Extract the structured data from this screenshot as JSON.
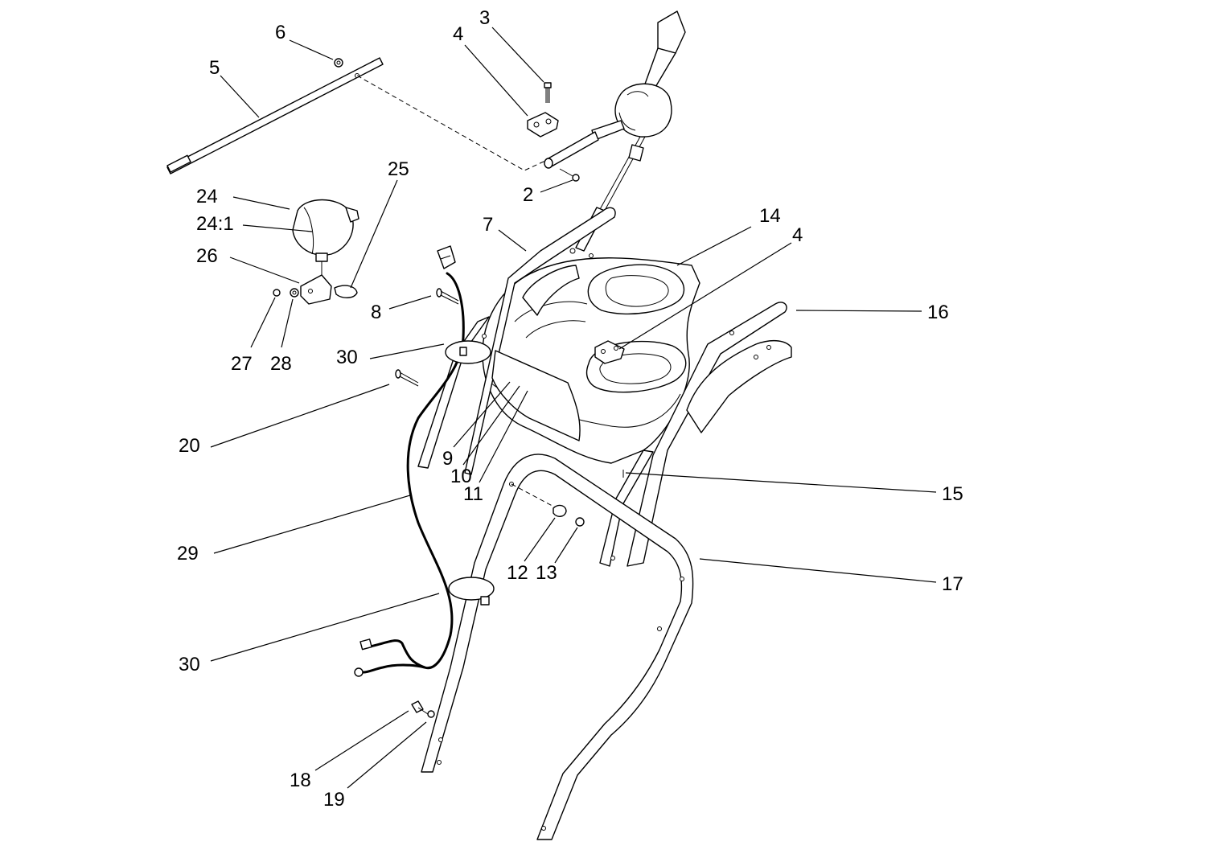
{
  "colors": {
    "background": "#ffffff",
    "ink": "#000000"
  },
  "callouts": [
    {
      "id": "c2",
      "label": "2"
    },
    {
      "id": "c3",
      "label": "3"
    },
    {
      "id": "c4a",
      "label": "4"
    },
    {
      "id": "c4b",
      "label": "4"
    },
    {
      "id": "c5",
      "label": "5"
    },
    {
      "id": "c6",
      "label": "6"
    },
    {
      "id": "c7",
      "label": "7"
    },
    {
      "id": "c8",
      "label": "8"
    },
    {
      "id": "c9",
      "label": "9"
    },
    {
      "id": "c10",
      "label": "10"
    },
    {
      "id": "c11",
      "label": "11"
    },
    {
      "id": "c12",
      "label": "12"
    },
    {
      "id": "c13",
      "label": "13"
    },
    {
      "id": "c14",
      "label": "14"
    },
    {
      "id": "c15",
      "label": "15"
    },
    {
      "id": "c16",
      "label": "16"
    },
    {
      "id": "c17",
      "label": "17"
    },
    {
      "id": "c18",
      "label": "18"
    },
    {
      "id": "c19",
      "label": "19"
    },
    {
      "id": "c20",
      "label": "20"
    },
    {
      "id": "c24",
      "label": "24"
    },
    {
      "id": "c24_1",
      "label": "24:1"
    },
    {
      "id": "c25",
      "label": "25"
    },
    {
      "id": "c26",
      "label": "26"
    },
    {
      "id": "c27",
      "label": "27"
    },
    {
      "id": "c28",
      "label": "28"
    },
    {
      "id": "c29",
      "label": "29"
    },
    {
      "id": "c30a",
      "label": "30"
    },
    {
      "id": "c30b",
      "label": "30"
    }
  ]
}
